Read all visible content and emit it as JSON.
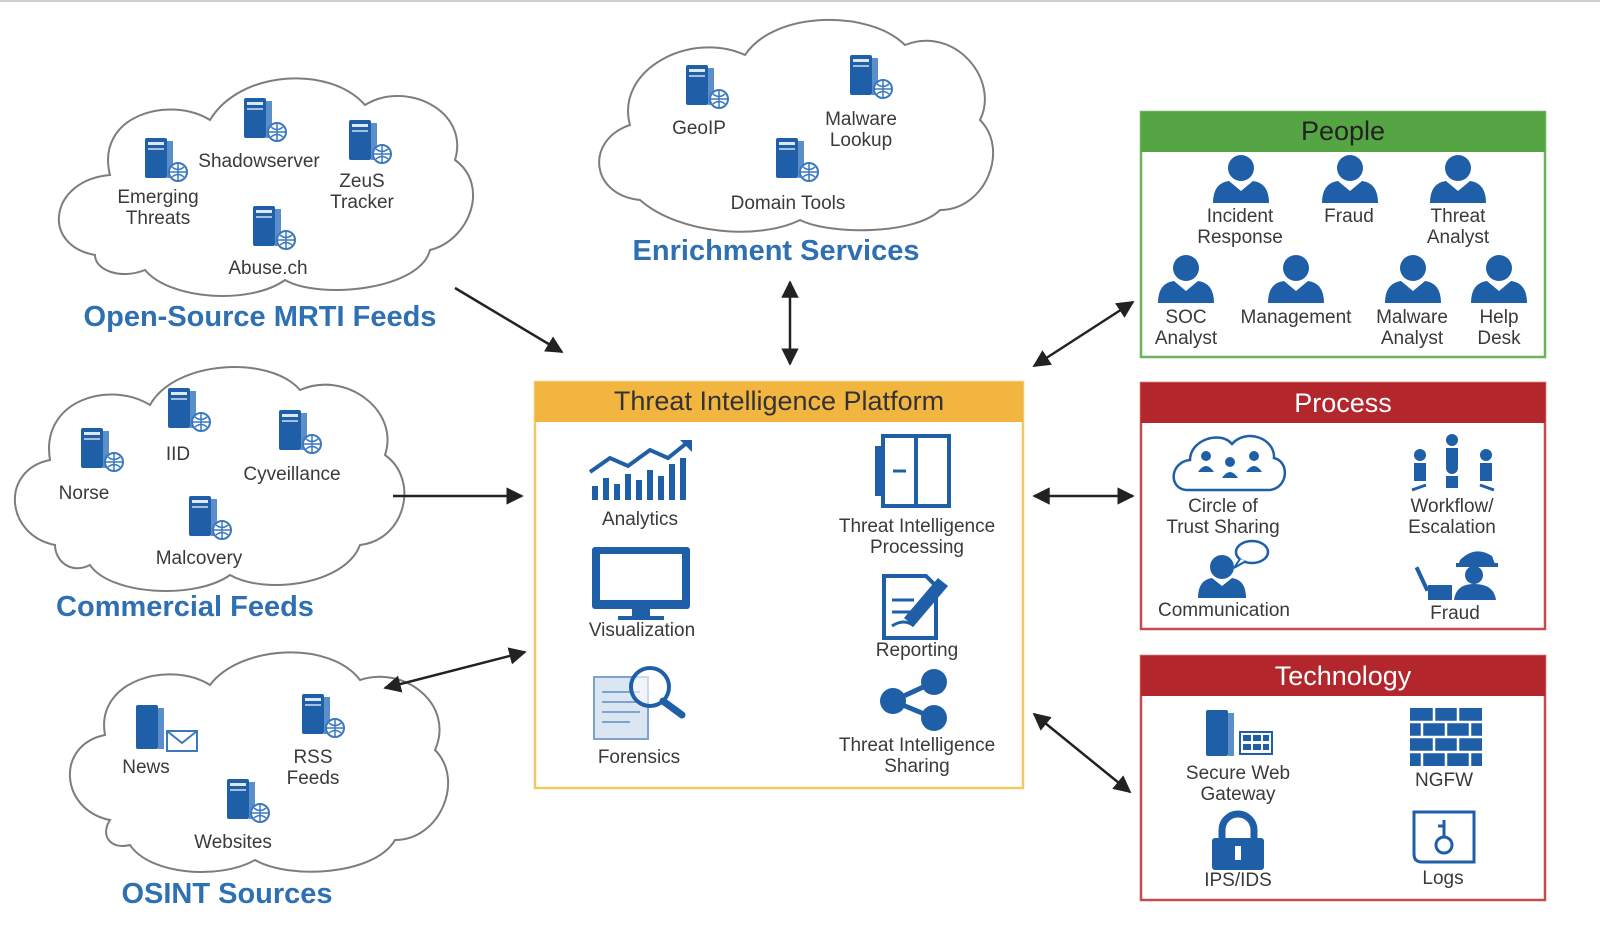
{
  "sources": {
    "open_source": {
      "title": "Open-Source MRTI Feeds",
      "items": [
        "Shadowserver",
        "Emerging\nThreats",
        "ZeuS\nTracker",
        "Abuse.ch"
      ]
    },
    "enrichment": {
      "title": "Enrichment Services",
      "items": [
        "GeoIP",
        "Malware\nLookup",
        "Domain Tools"
      ]
    },
    "commercial": {
      "title": "Commercial Feeds",
      "items": [
        "IID",
        "Norse",
        "Cyveillance",
        "Malcovery"
      ]
    },
    "osint": {
      "title": "OSINT Sources",
      "items": [
        "News",
        "RSS\nFeeds",
        "Websites"
      ]
    }
  },
  "platform": {
    "title": "Threat Intelligence Platform",
    "items": [
      "Analytics",
      "Threat Intelligence\nProcessing",
      "Visualization",
      "Reporting",
      "Forensics",
      "Threat Intelligence\nSharing"
    ]
  },
  "people": {
    "title": "People",
    "items": [
      "Incident\nResponse",
      "Fraud",
      "Threat\nAnalyst",
      "SOC\nAnalyst",
      "Management",
      "Malware\nAnalyst",
      "Help\nDesk"
    ]
  },
  "process": {
    "title": "Process",
    "items": [
      "Circle of\nTrust Sharing",
      "Workflow/\nEscalation",
      "Communication",
      "Fraud"
    ]
  },
  "technology": {
    "title": "Technology",
    "items": [
      "Secure Web\nGateway",
      "NGFW",
      "IPS/IDS",
      "Logs"
    ]
  },
  "colors": {
    "blue": "#1f5fa8",
    "title_blue": "#2f70b2",
    "platform_header": "#f2b540",
    "people_header": "#56a544",
    "process_header": "#b2262c",
    "technology_header": "#b2262c"
  }
}
